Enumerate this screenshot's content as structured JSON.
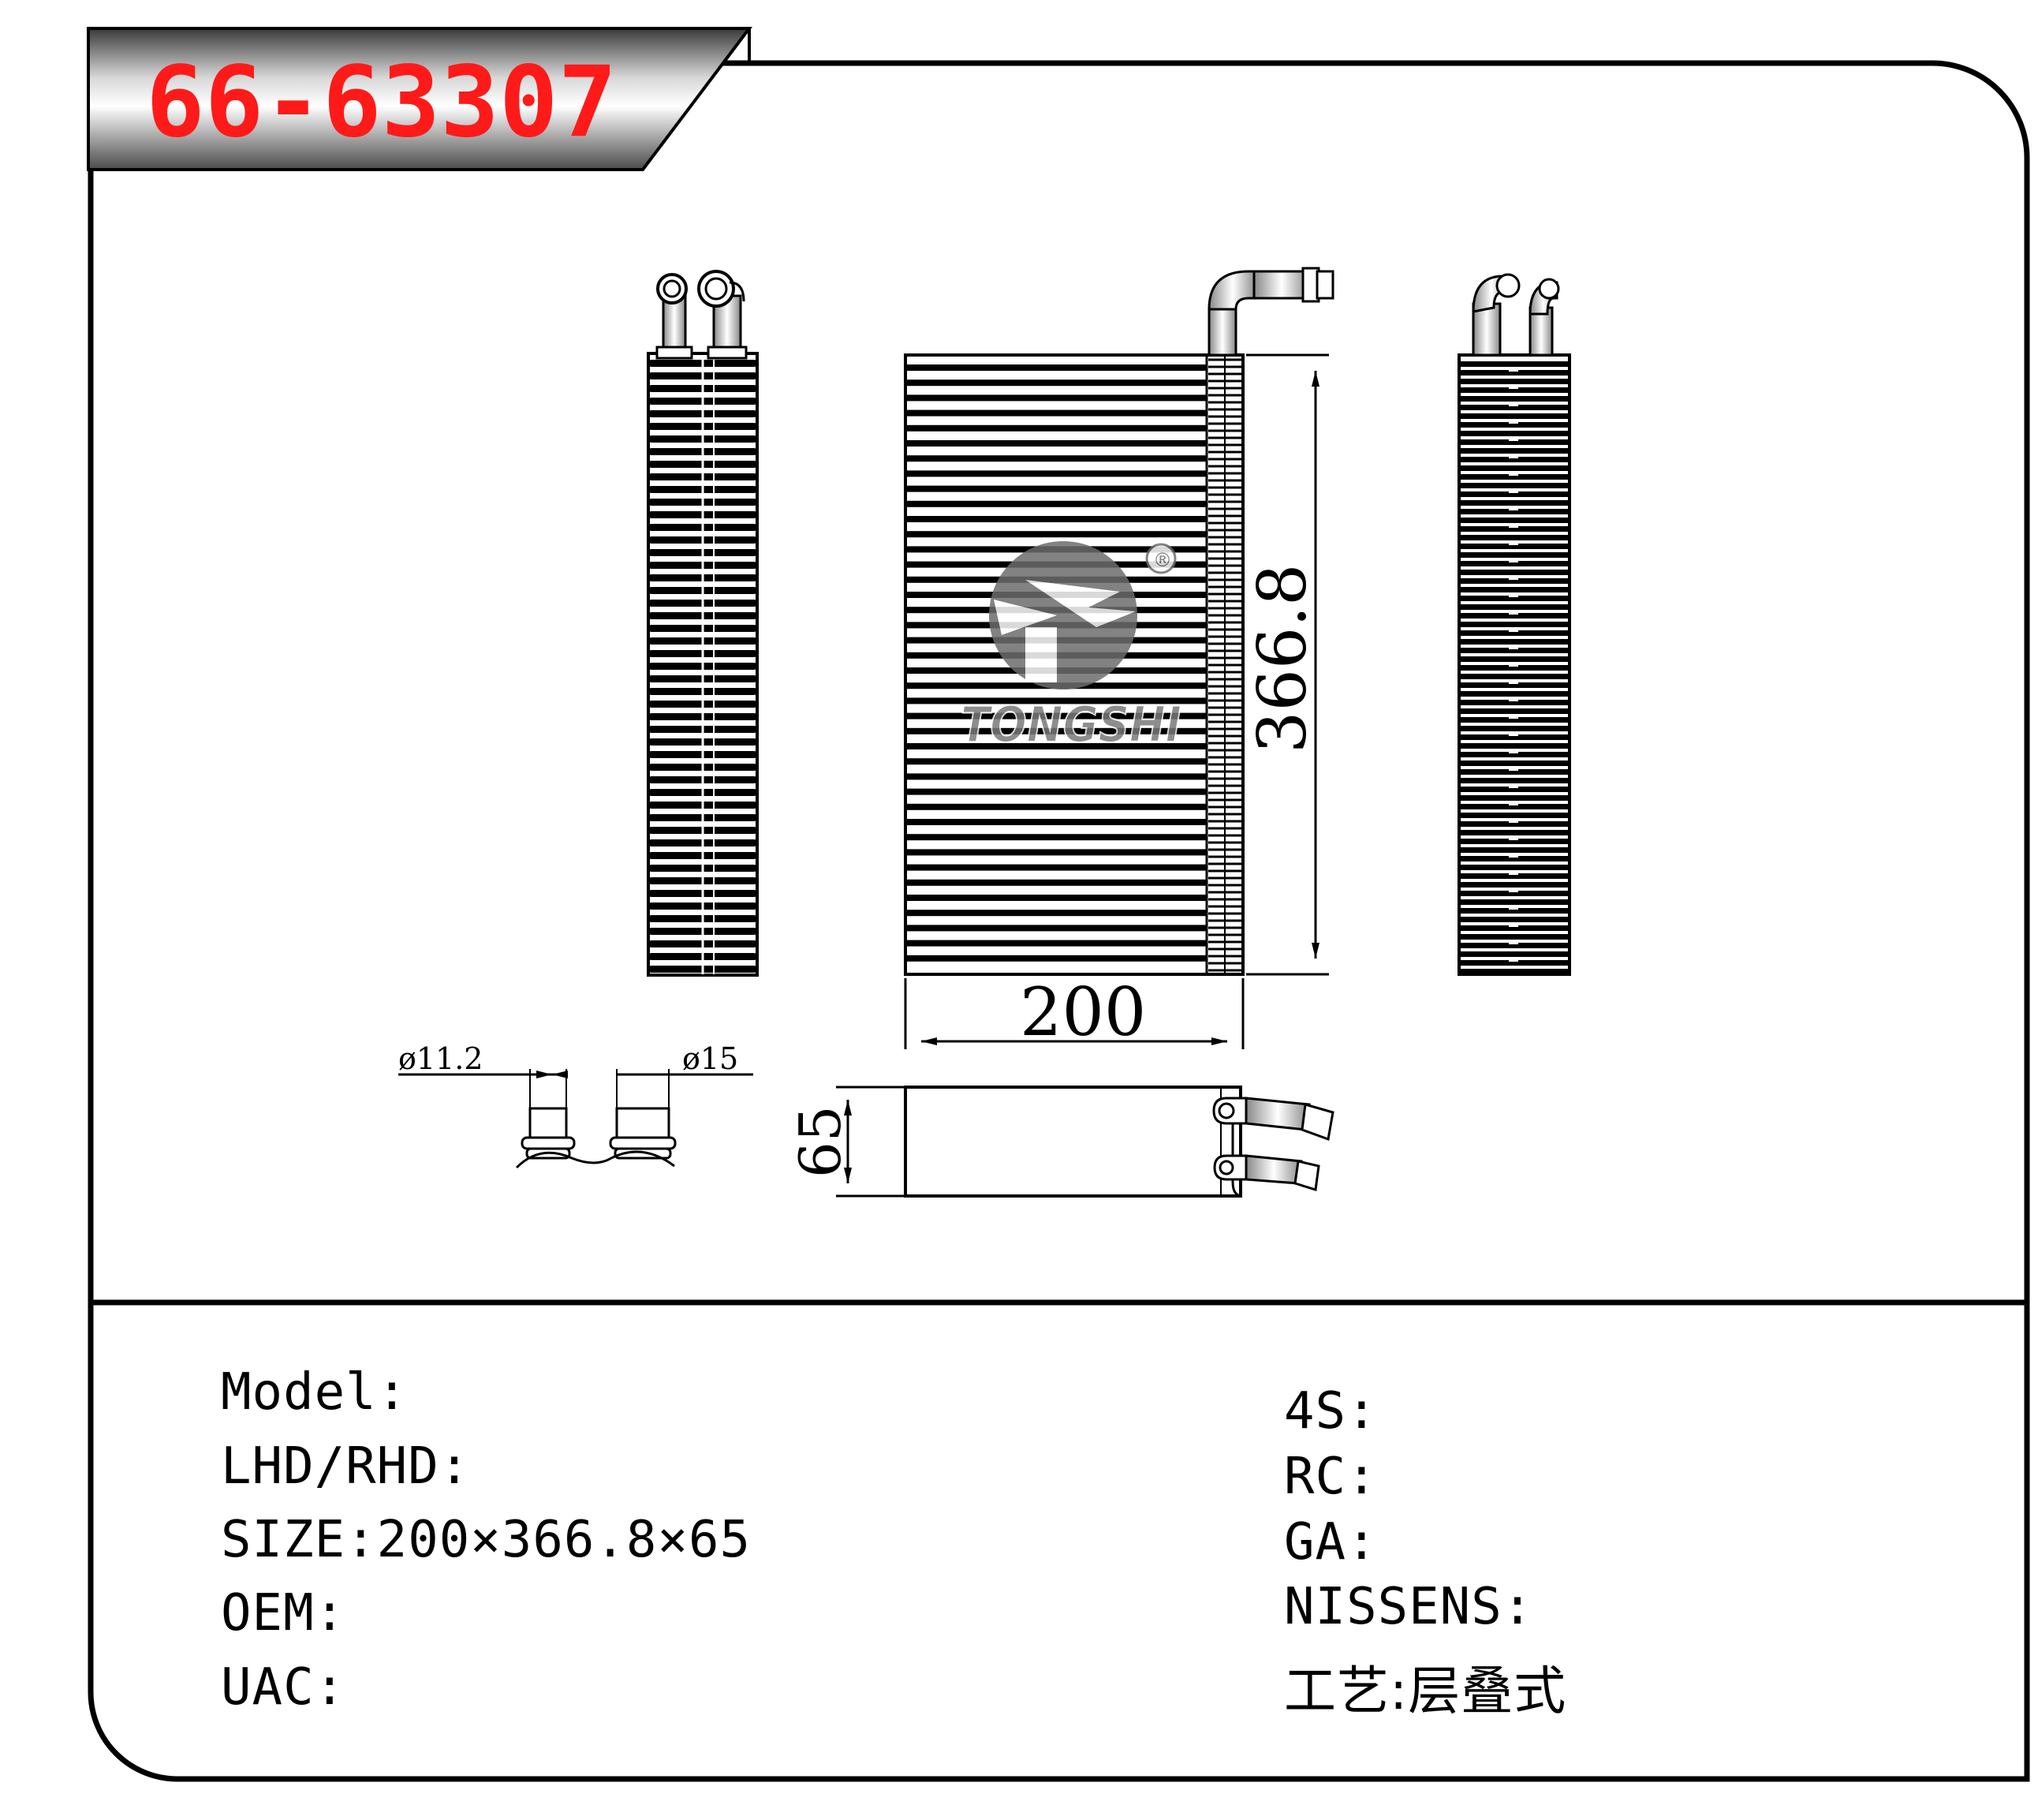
{
  "header": {
    "part_number": "66-63307",
    "accent_color": "#ff1a1a"
  },
  "drawing": {
    "dim_width": "200",
    "dim_height": "366.8",
    "dim_depth": "65",
    "pipe_small": "ø11.2",
    "pipe_large": "ø15",
    "logo_text": "TONGSHI",
    "registered_mark": "®"
  },
  "specs_left": [
    {
      "label": "Model:",
      "value": ""
    },
    {
      "label": "LHD/RHD:",
      "value": ""
    },
    {
      "label": "SIZE:",
      "value": "200×366.8×65"
    },
    {
      "label": "OEM:",
      "value": ""
    },
    {
      "label": "UAC:",
      "value": ""
    }
  ],
  "specs_right": [
    {
      "label": "4S:",
      "value": ""
    },
    {
      "label": "RC:",
      "value": ""
    },
    {
      "label": "GA:",
      "value": ""
    },
    {
      "label": "NISSENS:",
      "value": ""
    },
    {
      "label": "工艺:",
      "value": "层叠式"
    }
  ]
}
